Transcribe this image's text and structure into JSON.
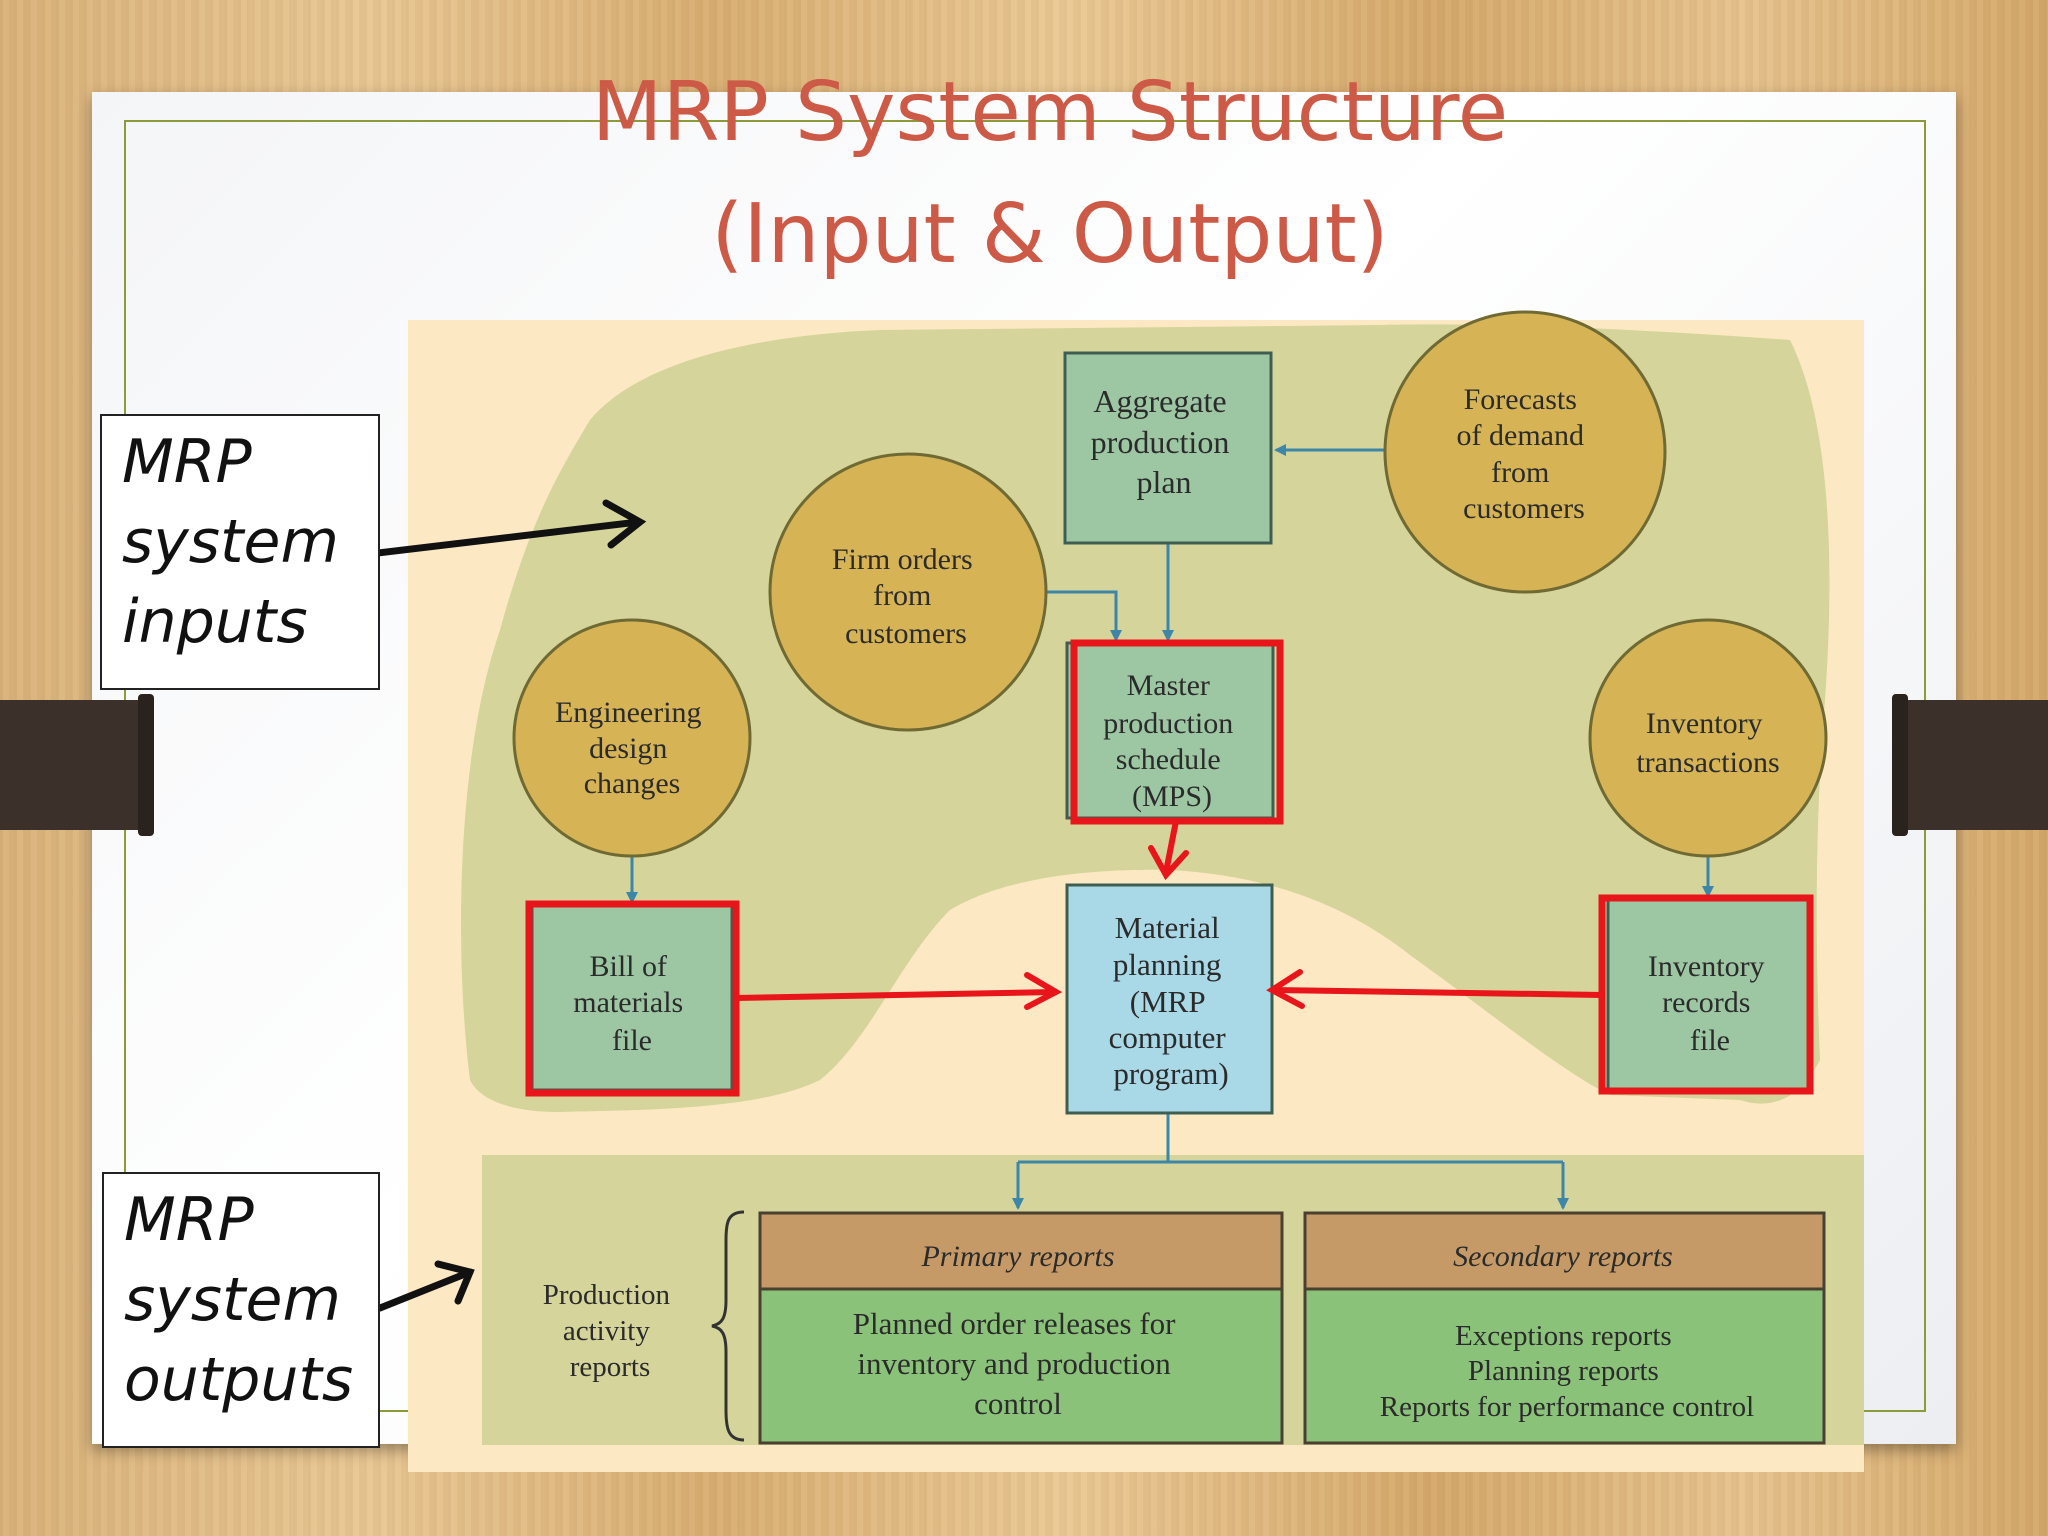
{
  "title": {
    "line1": "MRP System Structure",
    "line2": "(Input & Output)"
  },
  "callouts": {
    "inputs": [
      "MRP",
      "system",
      "inputs"
    ],
    "outputs": [
      "MRP",
      "system",
      "outputs"
    ]
  },
  "diagram": {
    "aggregate_plan": [
      "Aggregate",
      "production",
      "plan"
    ],
    "forecasts": [
      "Forecasts",
      "of demand",
      "from",
      "customers"
    ],
    "firm_orders": [
      "Firm orders",
      "from",
      "customers"
    ],
    "mps": [
      "Master",
      "production",
      "schedule",
      "(MPS)"
    ],
    "engineering": [
      "Engineering",
      "design",
      "changes"
    ],
    "inventory_transactions": [
      "Inventory",
      "transactions"
    ],
    "bom": [
      "Bill of",
      "materials",
      "file"
    ],
    "mrp_program": [
      "Material",
      "planning",
      "(MRP",
      "computer",
      "program)"
    ],
    "inventory_records": [
      "Inventory",
      "records",
      "file"
    ],
    "production_activity": [
      "Production",
      "activity",
      "reports"
    ],
    "primary_header": "Primary reports",
    "primary_body": [
      "Planned order releases for",
      "inventory and production",
      "control"
    ],
    "secondary_header": "Secondary reports",
    "secondary_body": [
      "Exceptions reports",
      "Planning reports",
      "Reports for performance control"
    ]
  },
  "colors": {
    "title": "#cc5a47",
    "input_region": "#d5d49a",
    "box_fill": "#9dc6a3",
    "circle_fill": "#d6b455",
    "mrp_box_fill": "#a9d8e6",
    "report_header": "#c59a67",
    "report_body": "#8bc27a",
    "highlight": "#e8151a",
    "connector": "#3d86a8"
  }
}
